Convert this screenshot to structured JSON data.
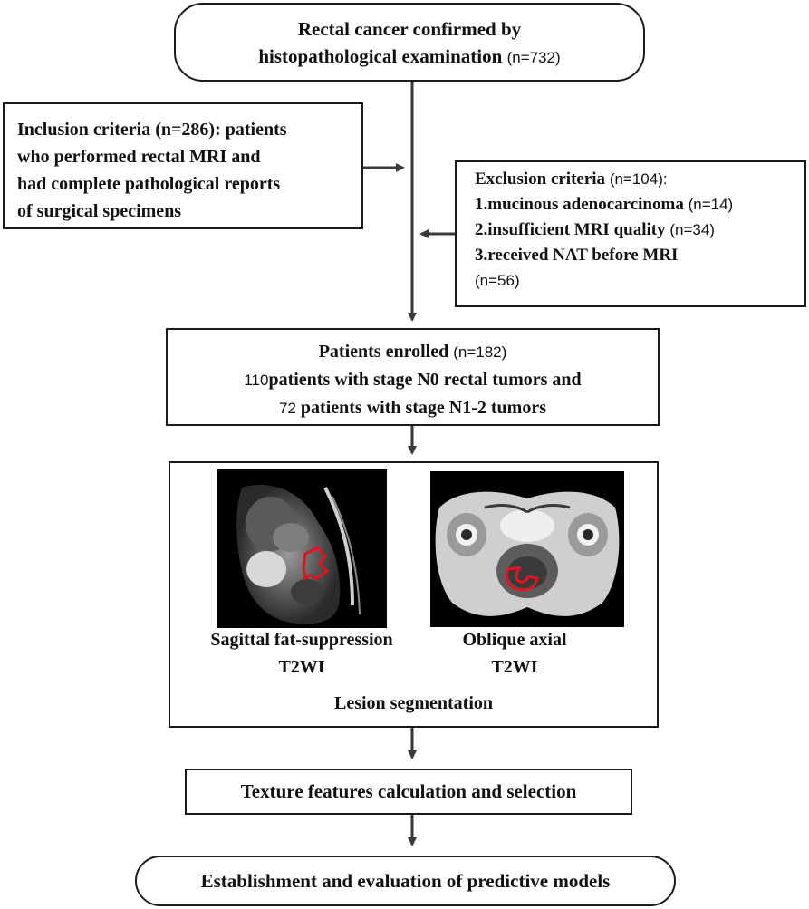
{
  "start": {
    "line1": "Rectal cancer confirmed by",
    "line2": "histopathological examination",
    "count": "(n=732)"
  },
  "inclusion": {
    "line1_label": "Inclusion criteria",
    "line1_count": "(n=286)",
    "line1_rest": ": patients",
    "line2": "who performed rectal MRI and",
    "line3": "had complete pathological reports",
    "line4": "of surgical specimens"
  },
  "exclusion": {
    "title_label": "Exclusion criteria",
    "title_count": "(n=104):",
    "item1_label": "1.mucinous adenocarcinoma",
    "item1_count": "(n=14)",
    "item2_label": "2.insufficient MRI quality",
    "item2_count": "(n=34)",
    "item3_label": "3.received NAT before MRI",
    "item3_count": "(n=56)"
  },
  "enrolled": {
    "title_label": "Patients enrolled",
    "title_count": "(n=182)",
    "line2_num": "110",
    "line2_text": "patients with stage N0 rectal tumors and",
    "line3_num": "72",
    "line3_text": "patients with stage N1-2 tumors"
  },
  "segmentation": {
    "left_caption_line1": "Sagittal fat-suppression",
    "left_caption_line2": "T2WI",
    "right_caption_line1": "Oblique axial",
    "right_caption_line2": "T2WI",
    "title": "Lesion segmentation"
  },
  "texture": {
    "label": "Texture features calculation and selection"
  },
  "final": {
    "label": "Establishment and evaluation of predictive models"
  },
  "colors": {
    "line": "#3a3a3a",
    "lesion_outline": "#e0141e"
  }
}
